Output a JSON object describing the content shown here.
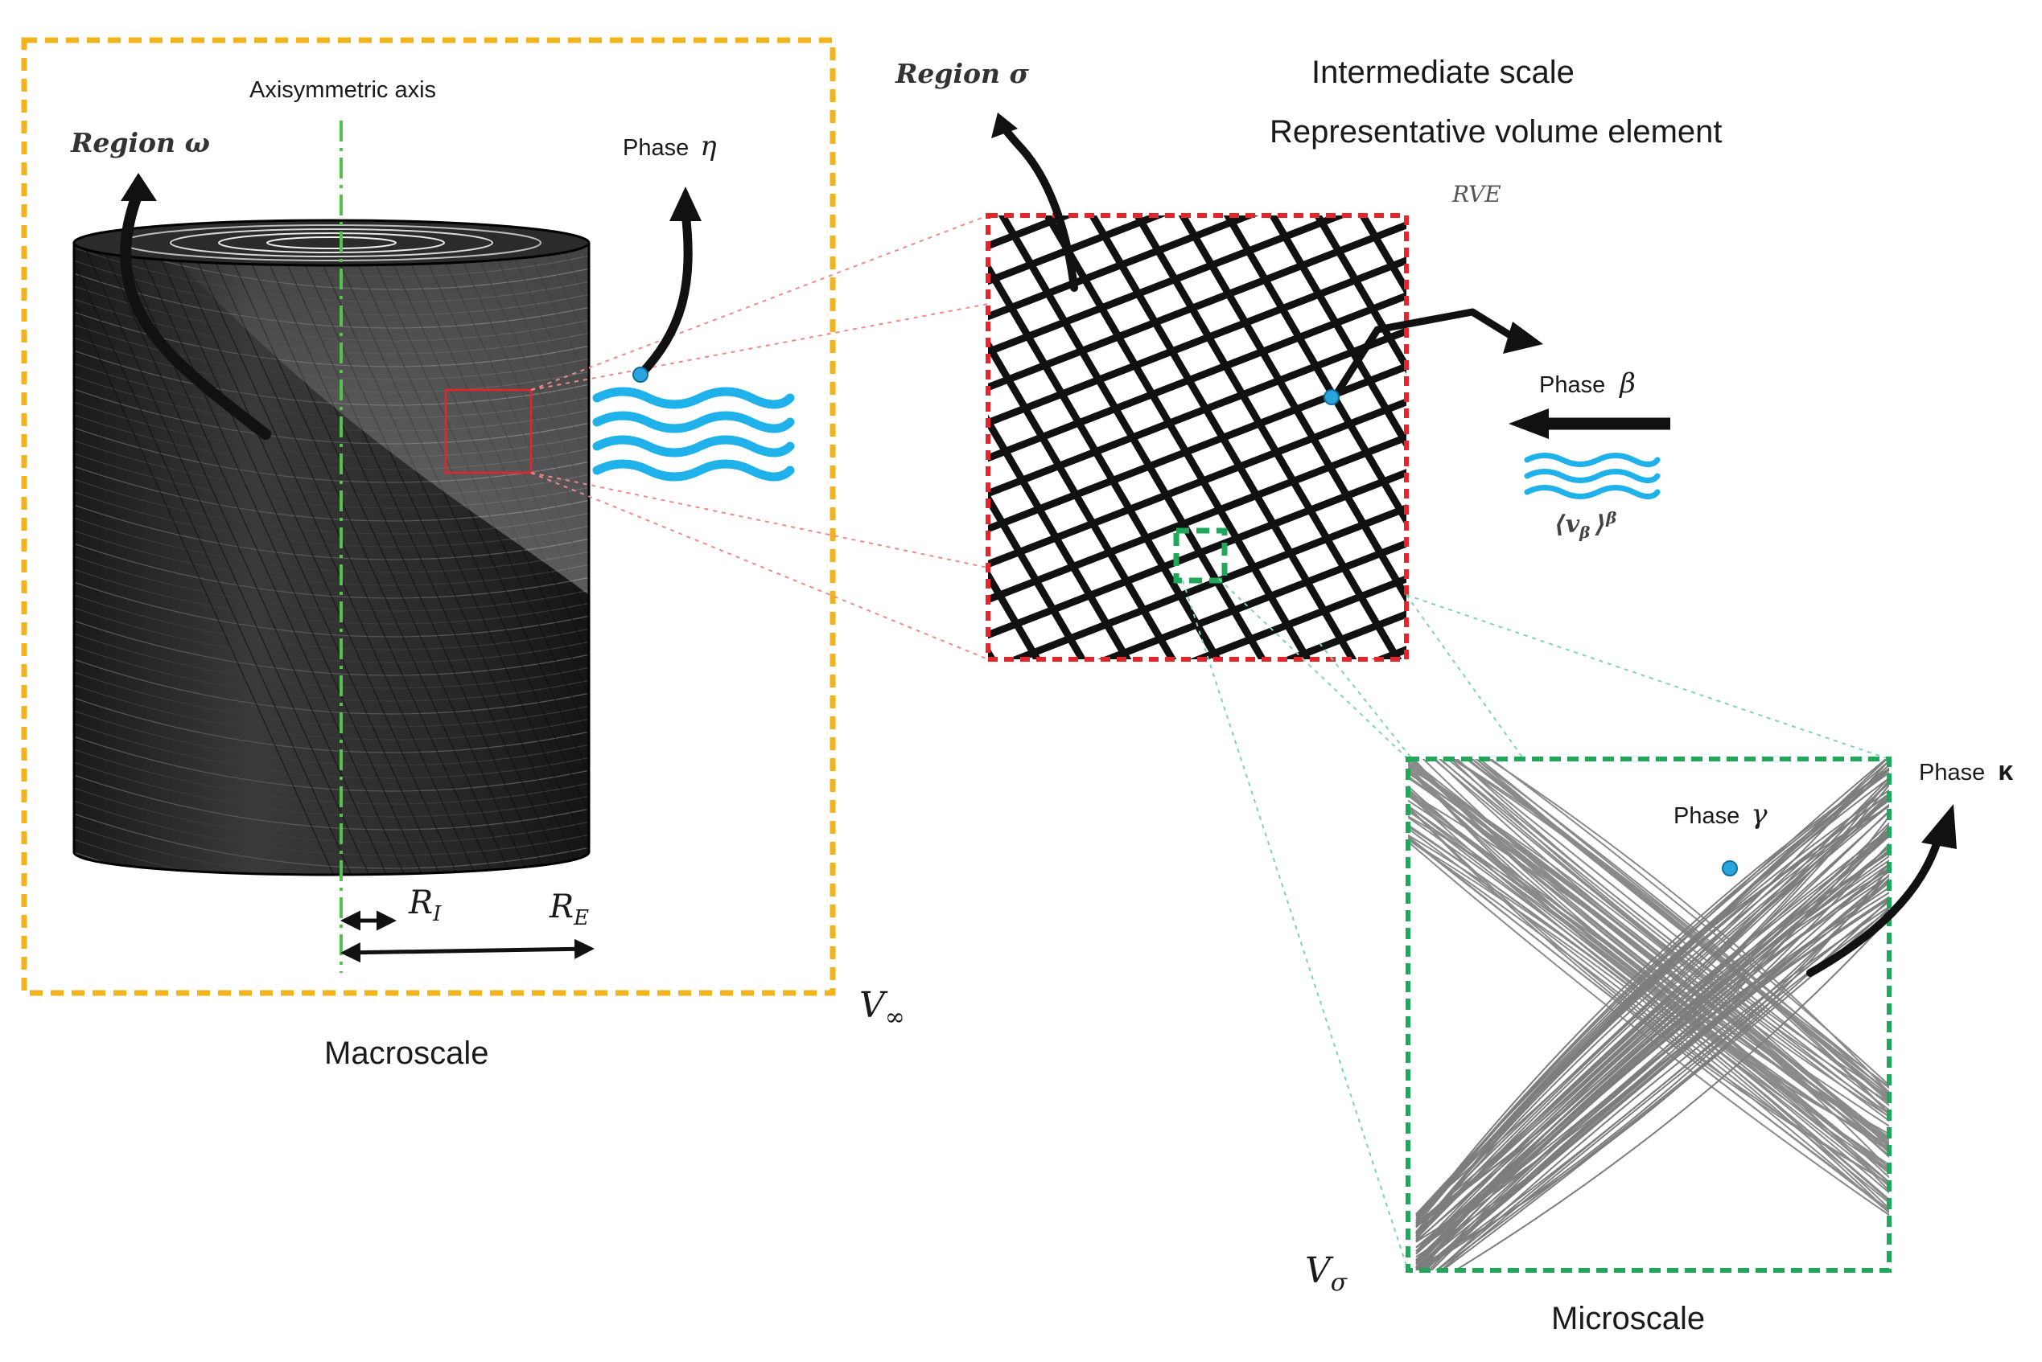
{
  "macro": {
    "axis_label": "Axisymmetric axis",
    "region_label": "Region ω",
    "phase_label": "Phase",
    "phase_symbol": "η",
    "ri_label": "R",
    "ri_sub": "I",
    "re_label": "R",
    "re_sub": "E",
    "volume_label": "V",
    "volume_sub": "∞",
    "scale_label": "Macroscale"
  },
  "intermediate": {
    "region_label": "Region σ",
    "title_line1": "Intermediate scale",
    "title_line2": "Representative volume element",
    "rve_label": "RVE",
    "phase_label": "Phase",
    "phase_symbol": "β",
    "velocity_label": "⟨v",
    "velocity_sub": "β",
    "velocity_sup": "β",
    "volume_label": "V",
    "volume_sub": "σ"
  },
  "micro": {
    "phase_gamma_label": "Phase",
    "phase_gamma_symbol": "γ",
    "phase_kappa_label": "Phase",
    "phase_kappa_symbol": "κ",
    "scale_label": "Microscale"
  },
  "colors": {
    "macro_frame": "#f2b31d",
    "rve_frame": "#e8242a",
    "micro_frame": "#1fa85a",
    "fluid": "#1fb2ea",
    "axis_line": "#57c24a",
    "point": "#2aa4dc"
  }
}
